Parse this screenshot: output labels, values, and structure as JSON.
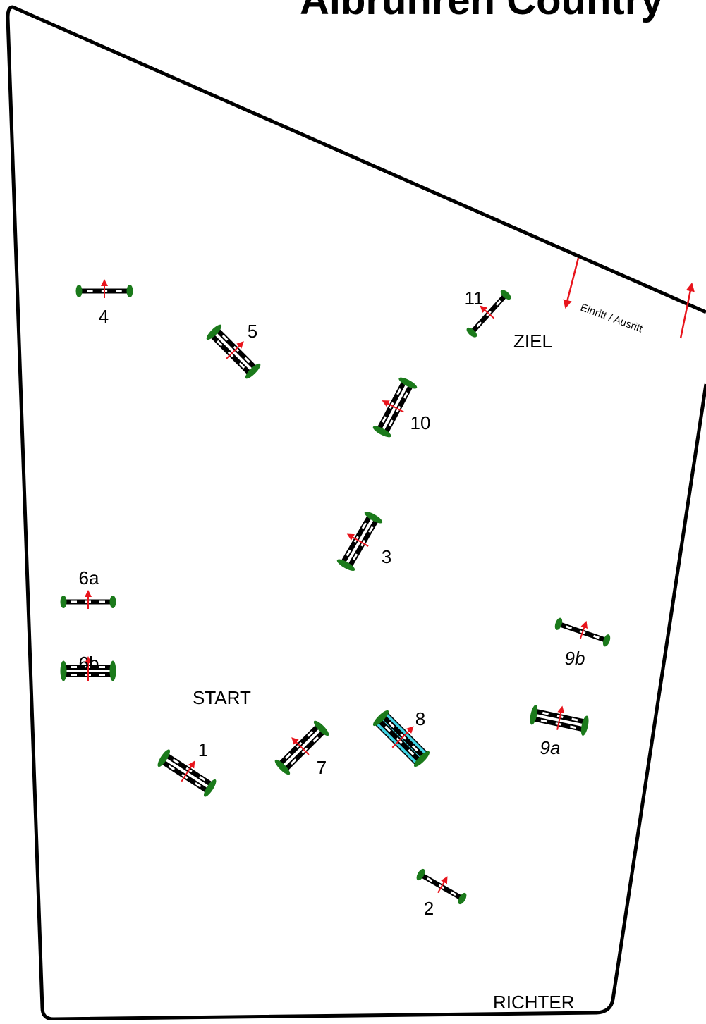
{
  "title": "Albrühren Country",
  "colors": {
    "arena_outline": "#000000",
    "rail_dark": "#000000",
    "rail_light": "#ffffff",
    "standard_green": "#1b7a1b",
    "direction_red": "#e8141c",
    "water_cyan": "#3fd4e4"
  },
  "arena": {
    "zones": {
      "start": "START",
      "finish": "ZIEL",
      "judge": "RICHTER"
    },
    "entrance_label": "Einritt / Ausritt"
  },
  "fences": [
    {
      "id": "f1",
      "label": "1",
      "type": "oxer",
      "style": "normal"
    },
    {
      "id": "f2",
      "label": "2",
      "type": "vertical",
      "style": "normal"
    },
    {
      "id": "f3",
      "label": "3",
      "type": "oxer",
      "style": "normal"
    },
    {
      "id": "f4",
      "label": "4",
      "type": "vertical",
      "style": "normal"
    },
    {
      "id": "f5",
      "label": "5",
      "type": "oxer",
      "style": "normal"
    },
    {
      "id": "f6a",
      "label": "6a",
      "type": "vertical",
      "style": "normal"
    },
    {
      "id": "f6b",
      "label": "6b",
      "type": "oxer",
      "style": "normal"
    },
    {
      "id": "f7",
      "label": "7",
      "type": "oxer",
      "style": "normal"
    },
    {
      "id": "f8",
      "label": "8",
      "type": "water",
      "style": "normal"
    },
    {
      "id": "f9a",
      "label": "9a",
      "type": "oxer",
      "style": "italic"
    },
    {
      "id": "f9b",
      "label": "9b",
      "type": "vertical",
      "style": "italic"
    },
    {
      "id": "f10",
      "label": "10",
      "type": "oxer",
      "style": "normal"
    },
    {
      "id": "f11",
      "label": "11",
      "type": "vertical",
      "style": "normal"
    }
  ]
}
